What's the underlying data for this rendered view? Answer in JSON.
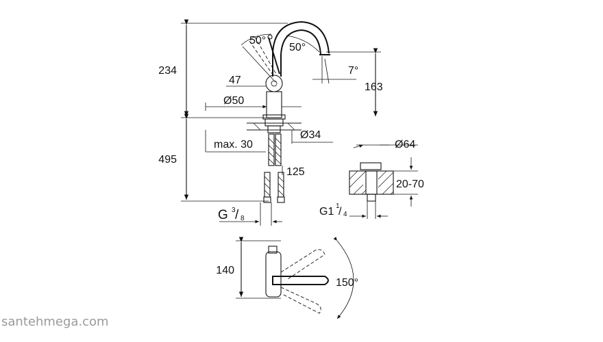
{
  "dimensions": {
    "angle_lever_left": "50°",
    "angle_lever_right": "50°",
    "spout_tilt": "7°",
    "height_total": "234",
    "height_spout": "163",
    "lever_offset": "47",
    "body_diameter": "Ø50",
    "hole_diameter": "Ø34",
    "max_thickness": "max. 30",
    "hose_length": "495",
    "hose_offset": "125",
    "connection_thread": "G",
    "connection_thread_num": "3",
    "connection_thread_den": "8",
    "waste_diameter": "Ø64",
    "countertop_range": "20-70",
    "waste_thread": "G1",
    "waste_thread_num": "1",
    "waste_thread_den": "4",
    "plan_depth": "140",
    "swivel_angle": "150°"
  },
  "watermark": "santehmega.com"
}
